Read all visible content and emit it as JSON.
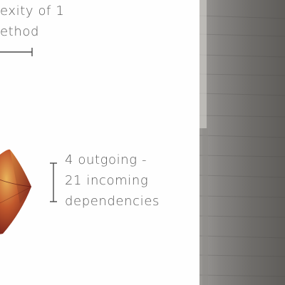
{
  "caption_top": {
    "line1": "exity of 1",
    "line2": "ethod"
  },
  "caption_right": {
    "line1": "4 outgoing -",
    "line2": "21 incoming",
    "line3": "dependencies"
  },
  "colors": {
    "text": "#5b5b5b",
    "lines": "#4a4a4a",
    "shape_dark": "#7a1e1a",
    "shape_mid": "#b0422a",
    "shape_light": "#e0a050",
    "photo_gray": "#7a7875"
  }
}
